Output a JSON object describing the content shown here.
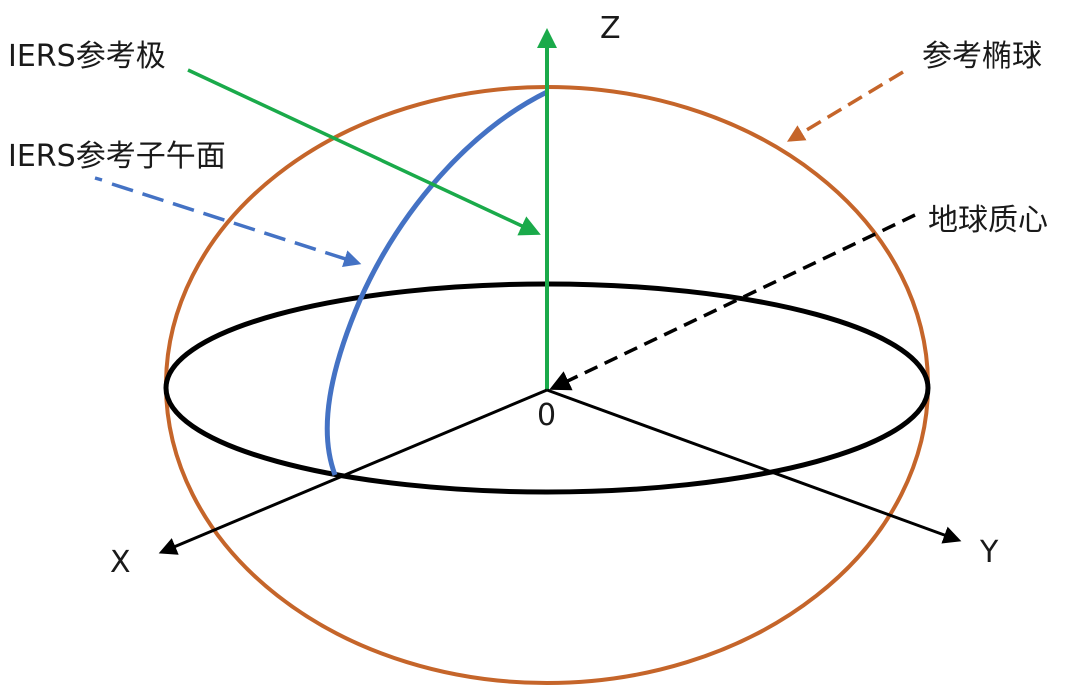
{
  "labels": {
    "ref_pole": "IERS参考极",
    "ref_meridian": "IERS参考子午面",
    "ref_ellipsoid": "参考椭球",
    "geocenter": "地球质心",
    "axis_z": "Z",
    "axis_x": "X",
    "axis_y": "Y",
    "origin": "0"
  },
  "colors": {
    "ellipsoid": "#c5652a",
    "meridian": "#4472c4",
    "z_axis_and_pole_arrow": "#1aaa4a",
    "equator_and_axes": "#000000"
  }
}
